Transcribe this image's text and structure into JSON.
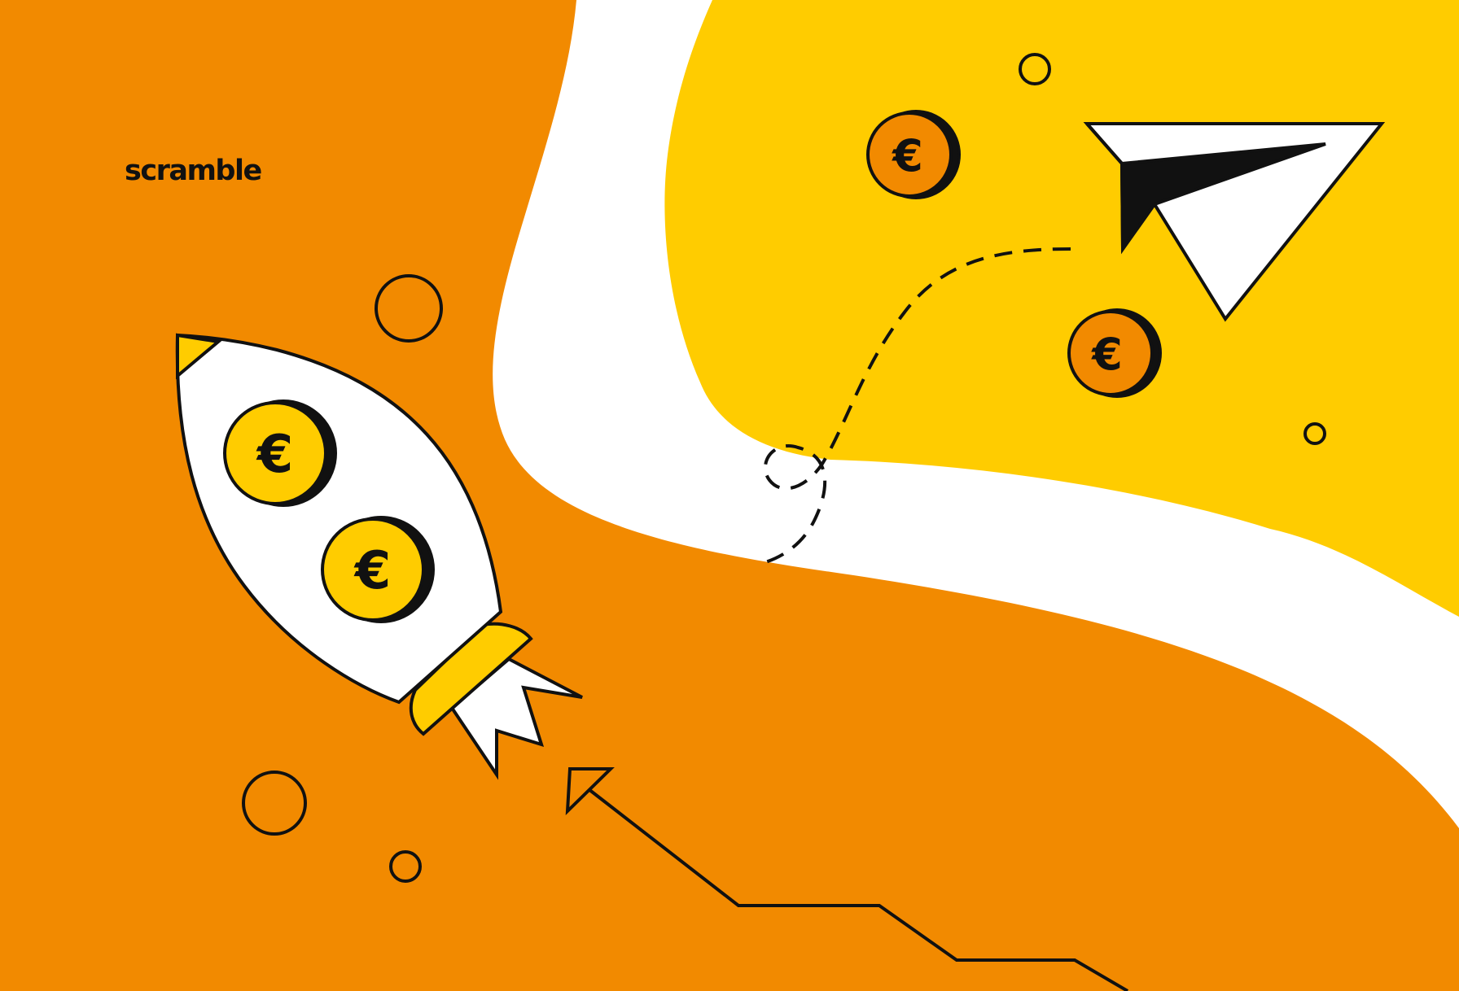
{
  "brand": {
    "name": "scramble"
  },
  "coins": [
    {
      "name": "rocket-coin-upper",
      "symbol": "€"
    },
    {
      "name": "rocket-coin-lower",
      "symbol": "€"
    },
    {
      "name": "floating-coin-top",
      "symbol": "€"
    },
    {
      "name": "floating-coin-right",
      "symbol": "€"
    }
  ],
  "colors": {
    "orange": "#F28A00",
    "yellow": "#FFCC00",
    "white": "#FFFFFF",
    "ink": "#111111"
  },
  "icons": [
    "rocket-icon",
    "paper-plane-icon",
    "euro-coin-icon",
    "growth-arrow-icon",
    "circle-icon",
    "dashed-path-icon"
  ]
}
